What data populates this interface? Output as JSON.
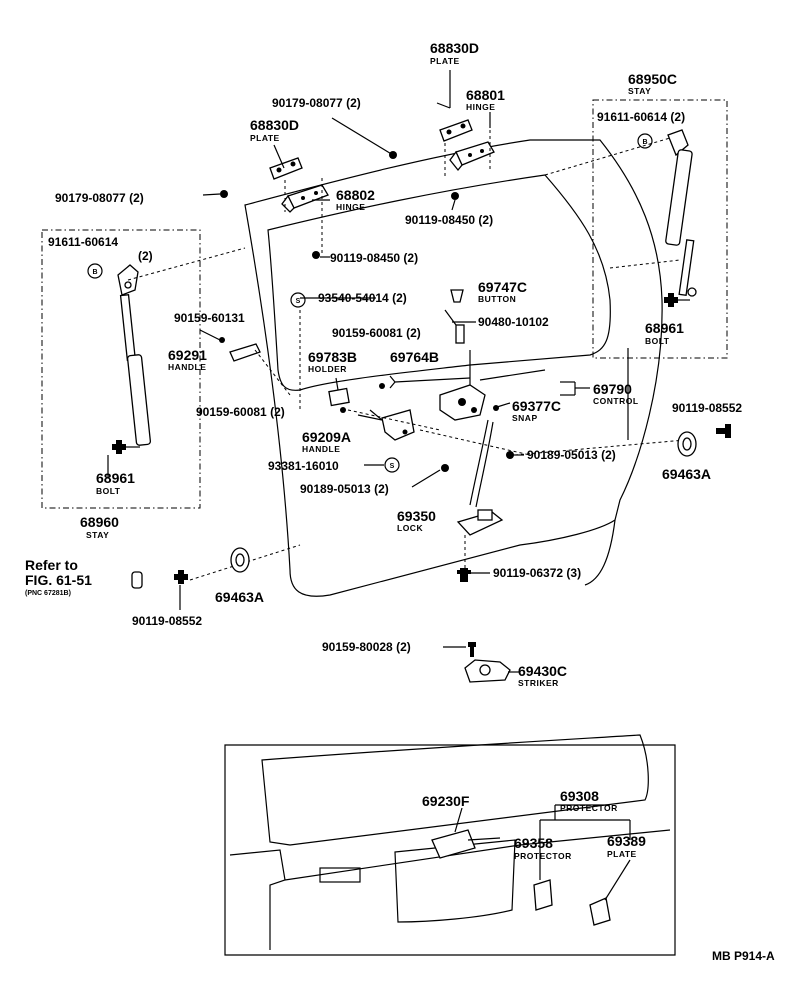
{
  "labels": {
    "p68830D_top": "68830D",
    "n_plate_top": "PLATE",
    "p90179_top": "90179-08077 (2)",
    "p68801": "68801",
    "n_hinge_top": "HINGE",
    "p68950C": "68950C",
    "n_stay_top": "STAY",
    "p91611_right": "91611-60614 (2)",
    "p68830D_left": "68830D",
    "n_plate_left": "PLATE",
    "p90179_left": "90179-08077 (2)",
    "p68802": "68802",
    "n_hinge_left": "HINGE",
    "p90119_08450_a": "90119-08450 (2)",
    "p91611_left": "91611-60614",
    "p91611_left_qty": "(2)",
    "p90119_08450_b": "90119-08450 (2)",
    "p93540": "93540-54014 (2)",
    "p69747C": "69747C",
    "n_button": "BUTTON",
    "p90159_60131": "90159-60131",
    "p90159_60081_a": "90159-60081 (2)",
    "p90480": "90480-10102",
    "p68961_right": "68961",
    "n_bolt_right": "BOLT",
    "p69291": "69291",
    "n_handle_left": "HANDLE",
    "p69783B": "69783B",
    "n_holder": "HOLDER",
    "p69764B": "69764B",
    "p69790": "69790",
    "n_control": "CONTROL",
    "p90159_60081_b": "90159-60081 (2)",
    "p69377C": "69377C",
    "n_snap": "SNAP",
    "p90119_08552_right": "90119-08552",
    "p69209A": "69209A",
    "n_handle": "HANDLE",
    "p90189_a": "90189-05013 (2)",
    "p69463A_right": "69463A",
    "p93381": "93381-16010",
    "p90189_b": "90189-05013 (2)",
    "p68961_left": "68961",
    "n_bolt_left": "BOLT",
    "p68960": "68960",
    "n_stay_left": "STAY",
    "p69350": "69350",
    "n_lock": "LOCK",
    "refer_line1": "Refer to",
    "refer_line2": "FIG. 61-51",
    "refer_line3": "(PNC 67281B)",
    "p90119_06372": "90119-06372 (3)",
    "p69463A_left": "69463A",
    "p90119_08552_left": "90119-08552",
    "p90159_80028": "90159-80028 (2)",
    "p69430C": "69430C",
    "n_striker": "STRIKER",
    "p69230F": "69230F",
    "p69308": "69308",
    "n_protector_a": "PROTECTOR",
    "p69358": "69358",
    "n_protector_b": "PROTECTOR",
    "p69389": "69389",
    "n_plate_bottom": "PLATE",
    "fig_code": "MB P914-A",
    "s_symbol": "S",
    "b_symbol": "B"
  }
}
